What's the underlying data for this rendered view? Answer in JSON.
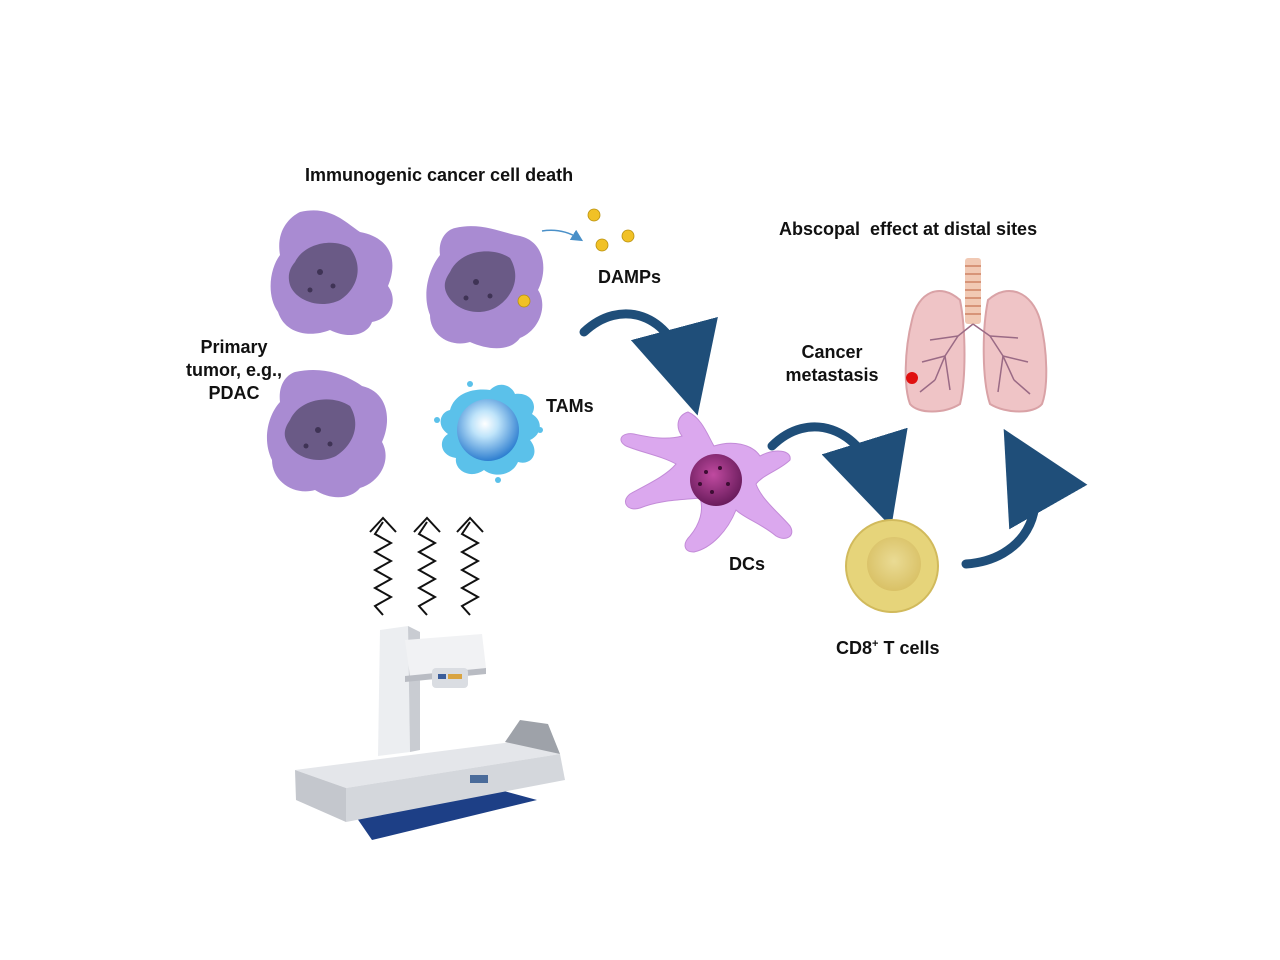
{
  "labels": {
    "icd": "Immunogenic cancer cell death",
    "damps": "DAMPs",
    "primary_line1": "Primary",
    "primary_line2": "tumor, e.g.,",
    "primary_line3": "PDAC",
    "tams": "TAMs",
    "dcs": "DCs",
    "cd8_main": "CD8",
    "cd8_sup": "+",
    "cd8_rest": " T cells",
    "metastasis_line1": "Cancer",
    "metastasis_line2": "metastasis",
    "abscopal": "Abscopal  effect at distal sites"
  },
  "colors": {
    "tumor_cell": "#a98bd2",
    "tumor_nucleus": "#6a5a86",
    "damp": "#f1c126",
    "flow_arrow": "#1f4e79",
    "tam": "#5bc1ea",
    "dc": "#dba8ee",
    "tcell": "#e6d47a",
    "lung": "#efc4c6",
    "metastasis_dot": "#e01010"
  },
  "icons": {
    "cell": "tumor-cell-icon",
    "radiation": "radiation-wave-arrow-icon",
    "machine": "radiotherapy-machine-icon",
    "lungs": "lungs-icon"
  }
}
